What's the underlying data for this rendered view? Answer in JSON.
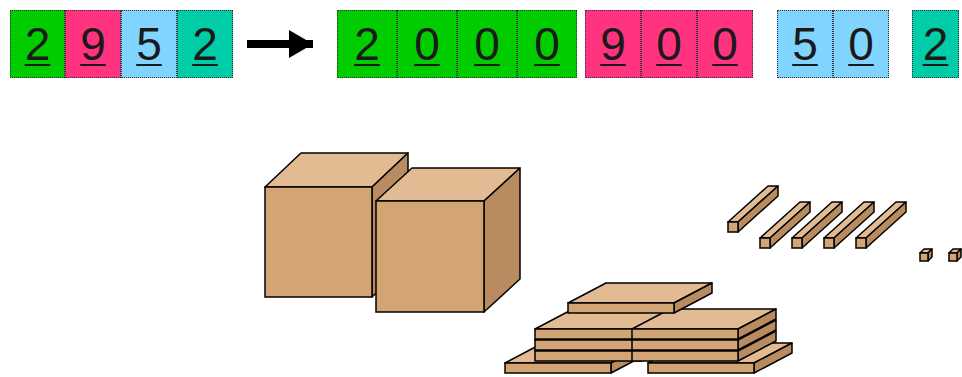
{
  "diagram": {
    "nodes": [
      {
        "text": [
          "2"
        ]
      },
      {
        "text": [
          "9"
        ]
      },
      {
        "text": [
          "5"
        ]
      },
      {
        "text": [
          "2"
        ]
      },
      {
        "text": [
          "2"
        ]
      },
      {
        "text": [
          "0"
        ]
      },
      {
        "text": [
          "0"
        ]
      },
      {
        "text": [
          "0"
        ]
      },
      {
        "text": [
          "9"
        ]
      },
      {
        "text": [
          "0"
        ]
      },
      {
        "text": [
          "0"
        ]
      },
      {
        "text": [
          "5"
        ]
      },
      {
        "text": [
          "0"
        ]
      },
      {
        "text": [
          "2"
        ]
      }
    ],
    "edges": [
      {
        "from": 3,
        "to": 4,
        "arrow": "to"
      }
    ]
  }
}
